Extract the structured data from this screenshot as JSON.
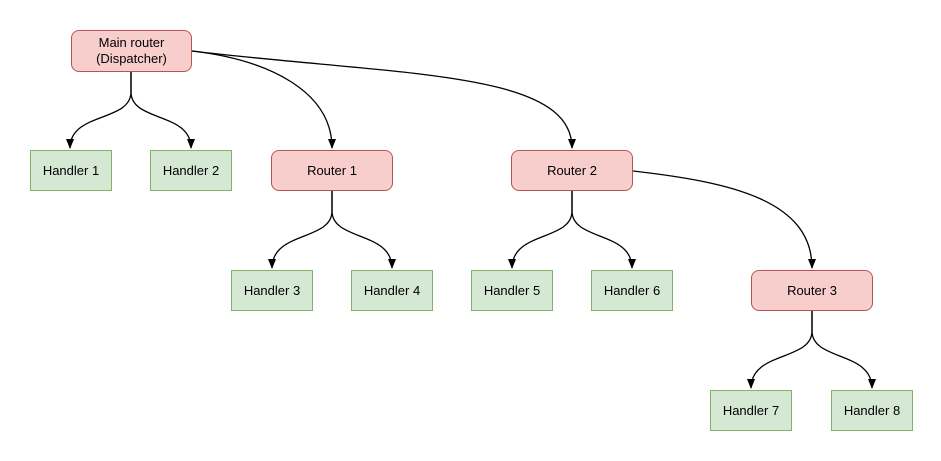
{
  "diagram": {
    "type": "tree-flowchart",
    "background": "#ffffff",
    "colors": {
      "router_fill": "#f8cecc",
      "router_border": "#b85450",
      "handler_fill": "#d5e8d4",
      "handler_border": "#82b366",
      "edge_stroke": "#000000",
      "text": "#000000"
    },
    "nodes": {
      "main": {
        "label": "Main router\n(Dispatcher)",
        "type": "router"
      },
      "router1": {
        "label": "Router 1",
        "type": "router"
      },
      "router2": {
        "label": "Router 2",
        "type": "router"
      },
      "router3": {
        "label": "Router 3",
        "type": "router"
      },
      "handler1": {
        "label": "Handler 1",
        "type": "handler"
      },
      "handler2": {
        "label": "Handler 2",
        "type": "handler"
      },
      "handler3": {
        "label": "Handler 3",
        "type": "handler"
      },
      "handler4": {
        "label": "Handler 4",
        "type": "handler"
      },
      "handler5": {
        "label": "Handler 5",
        "type": "handler"
      },
      "handler6": {
        "label": "Handler 6",
        "type": "handler"
      },
      "handler7": {
        "label": "Handler 7",
        "type": "handler"
      },
      "handler8": {
        "label": "Handler 8",
        "type": "handler"
      }
    },
    "edges": [
      {
        "from": "main",
        "to": "handler1"
      },
      {
        "from": "main",
        "to": "handler2"
      },
      {
        "from": "main",
        "to": "router1"
      },
      {
        "from": "main",
        "to": "router2"
      },
      {
        "from": "router1",
        "to": "handler3"
      },
      {
        "from": "router1",
        "to": "handler4"
      },
      {
        "from": "router2",
        "to": "handler5"
      },
      {
        "from": "router2",
        "to": "handler6"
      },
      {
        "from": "router2",
        "to": "router3"
      },
      {
        "from": "router3",
        "to": "handler7"
      },
      {
        "from": "router3",
        "to": "handler8"
      }
    ]
  }
}
